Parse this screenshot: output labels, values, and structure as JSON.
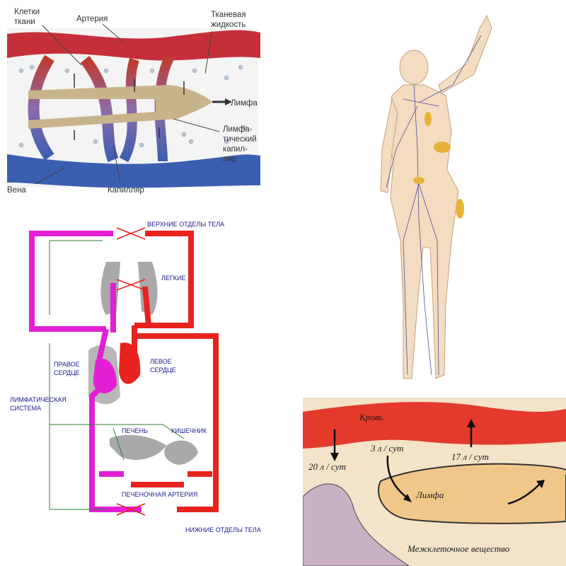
{
  "tissue": {
    "cells_label_1": "Клетки",
    "cells_label_2": "ткани",
    "artery_label": "Артерия",
    "fluid_label_1": "Тканевая",
    "fluid_label_2": "жидкость",
    "lymph_label": "Лимфа",
    "lymph_cap_1": "Лимфа-",
    "lymph_cap_2": "тический",
    "lymph_cap_3": "капил-",
    "lymph_cap_4": "ляр",
    "vein_label": "Вена",
    "capillary_label": "Капилляр"
  },
  "circulation": {
    "upper_body": "ВЕРХНИЕ ОТДЕЛЫ ТЕЛА",
    "lungs": "ЛЕГКИЕ",
    "right_heart_1": "ПРАВОЕ",
    "right_heart_2": "СЕРДЦЕ",
    "left_heart_1": "ЛЕВОЕ",
    "left_heart_2": "СЕРДЦЕ",
    "lymph_system_1": "ЛИМФАТИЧЕСКАЯ",
    "lymph_system_2": "СИСТЕМА",
    "liver": "ПЕЧЕНЬ",
    "intestine": "КИШЕЧНИК",
    "hepatic_artery": "ПЕЧЕНОЧНАЯ АРТЕРИЯ",
    "lower_body": "НИЖНИЕ ОТДЕЛЫ ТЕЛА"
  },
  "flow": {
    "blood": "Кровь",
    "out_rate": "20 л / сут",
    "to_lymph_rate": "3 л / сут",
    "back_rate": "17 л / сут",
    "lymph": "Лимфа",
    "interstitial": "Межклеточное вещество"
  },
  "colors": {
    "artery": "#e8231e",
    "vein": "#e21fd4",
    "lymph_line": "#2e7d32",
    "organ": "#a9a9a9",
    "lymph_vessel": "#c8b48a"
  }
}
